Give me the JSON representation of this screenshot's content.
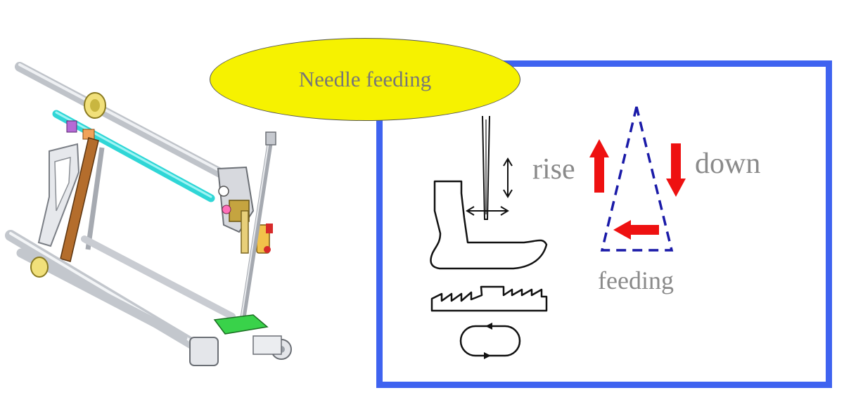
{
  "title_bubble": {
    "text": "Needle feeding",
    "fill_color": "#f6f200",
    "text_color": "#777777"
  },
  "panel": {
    "border_color": "#3f63f0"
  },
  "motion_labels": {
    "rise": "rise",
    "down": "down",
    "feeding": "feeding"
  },
  "colors": {
    "arrow_red": "#ee1111",
    "triangle_dash": "#1a1aa8",
    "label_gray": "#8a8a8a"
  },
  "icons": {
    "mechanism": "sewing-mechanism-3d-model",
    "presser_foot": "presser-foot-icon",
    "needle": "needle-icon",
    "feed_dog": "feed-dog-icon",
    "loop": "loop-arrow-icon"
  }
}
